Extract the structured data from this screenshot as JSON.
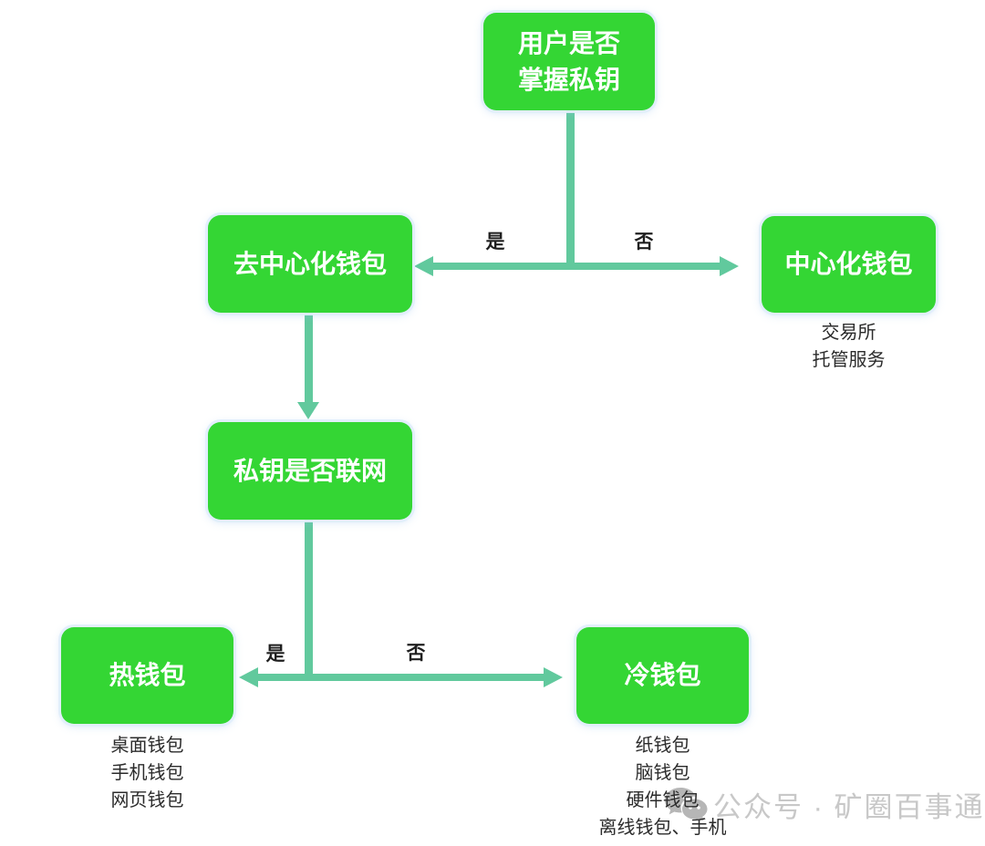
{
  "diagram": {
    "type": "flowchart",
    "nodes": {
      "root": {
        "label": "用户是否\n掌握私钥"
      },
      "decentralized": {
        "label": "去中心化钱包"
      },
      "centralized": {
        "label": "中心化钱包",
        "notes": [
          "交易所",
          "托管服务"
        ]
      },
      "key_online": {
        "label": "私钥是否联网"
      },
      "hot_wallet": {
        "label": "热钱包",
        "notes": [
          "桌面钱包",
          "手机钱包",
          "网页钱包"
        ]
      },
      "cold_wallet": {
        "label": "冷钱包",
        "notes": [
          "纸钱包",
          "脑钱包",
          "硬件钱包",
          "离线钱包、手机"
        ]
      }
    },
    "edges": {
      "root_yes": "是",
      "root_no": "否",
      "key_yes": "是",
      "key_no": "否"
    },
    "colors": {
      "node_fill": "#34d634",
      "connector": "#61c99d",
      "node_text": "#ffffff",
      "branch_label_text": "#1f1f1f",
      "note_text": "#2b2b2b",
      "watermark_gray": "#c8c8c8"
    }
  },
  "watermark": {
    "icon": "chat-bubbles-icon",
    "text": "公众号 · 矿圈百事通"
  }
}
